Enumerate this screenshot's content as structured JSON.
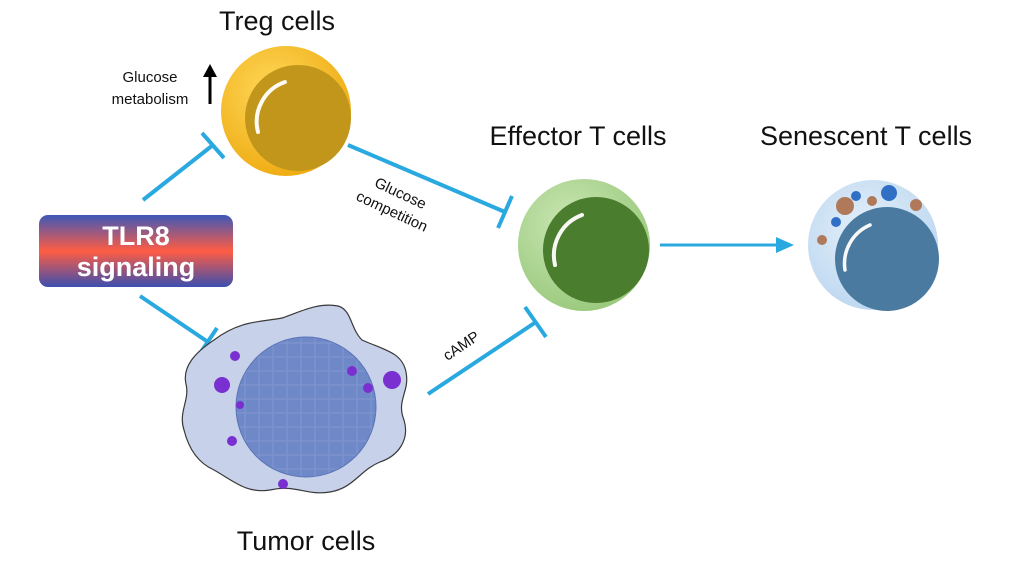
{
  "labels": {
    "treg": "Treg cells",
    "effector": "Effector T cells",
    "senescent": "Senescent T cells",
    "tumor": "Tumor cells",
    "tlr8_line1": "TLR8",
    "tlr8_line2": "signaling",
    "glucose_metabolism_line1": "Glucose",
    "glucose_metabolism_line2": "metabolism",
    "glucose_competition_line1": "Glucose",
    "glucose_competition_line2": "competition",
    "camp": "cAMP"
  },
  "colors": {
    "inhibition_line": "#29a9e0",
    "treg_outer": "#f2b81e",
    "treg_nucleus": "#c1961a",
    "effector_outer": "#a9d58d",
    "effector_nucleus": "#4a7d2d",
    "senescent_outer": "#cfe3f5",
    "senescent_nucleus": "#4a7aa0",
    "tumor_body": "#c8d1ea",
    "tumor_nucleus": "#6f88c8",
    "tumor_granule": "#7a2fd0",
    "tlr8_top": "#3d58b8",
    "tlr8_mid": "#ff5c43",
    "tlr8_bottom": "#3b4fb0"
  },
  "icons": {
    "up_arrow": "up-arrow-icon"
  }
}
